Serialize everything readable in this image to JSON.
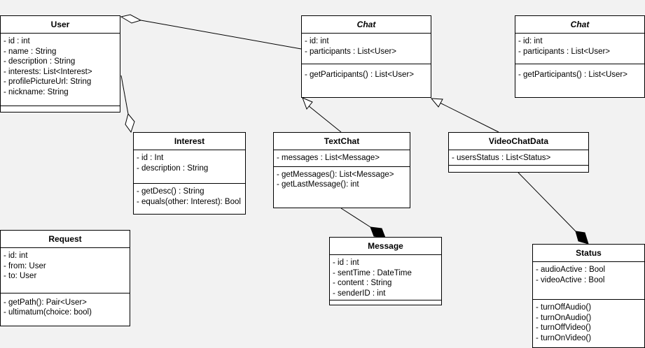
{
  "classes": {
    "user": {
      "name": "User",
      "attributes": [
        "- id : int",
        "- name : String",
        "- description : String",
        "- interests: List<Interest>",
        "- profilePictureUrl: String",
        "- nickname: String"
      ],
      "methods": []
    },
    "chat": {
      "name": "Chat",
      "attributes": [
        "- id: int",
        "- participants : List<User>"
      ],
      "methods": [
        " - getParticipants() : List<User>"
      ]
    },
    "chat2": {
      "name": "Chat",
      "attributes": [
        "- id: int",
        "- participants : List<User>"
      ],
      "methods": [
        " - getParticipants() : List<User>"
      ]
    },
    "interest": {
      "name": "Interest",
      "attributes": [
        "- id : Int",
        "- description : String"
      ],
      "methods": [
        "- getDesc() : String",
        "- equals(other: Interest): Bool"
      ]
    },
    "textchat": {
      "name": "TextChat",
      "attributes": [
        "- messages : List<Message>"
      ],
      "methods": [
        "- getMessages(): List<Message>",
        "- getLastMessage(): int"
      ]
    },
    "videochatdata": {
      "name": "VideoChatData",
      "attributes": [
        "- usersStatus : List<Status>"
      ],
      "methods": []
    },
    "request": {
      "name": "Request",
      "attributes": [
        "- id: int",
        "- from: User",
        "- to: User"
      ],
      "methods": [
        "- getPath(): Pair<User>",
        "- ultimatum(choice: bool)"
      ]
    },
    "message": {
      "name": "Message",
      "attributes": [
        "- id : int",
        "- sentTime : DateTime",
        "- content : String",
        "- senderID : int"
      ],
      "methods": []
    },
    "status": {
      "name": "Status",
      "attributes": [
        "- audioActive : Bool",
        "- videoActive : Bool"
      ],
      "methods": [
        "- turnOffAudio()",
        "- turnOnAudio()",
        "- turnOffVideo()",
        "- turnOnVideo()"
      ]
    }
  },
  "relationships": [
    {
      "type": "aggregation",
      "from": "chat",
      "to": "user"
    },
    {
      "type": "aggregation",
      "from": "interest",
      "to": "user"
    },
    {
      "type": "generalization",
      "from": "textchat",
      "to": "chat"
    },
    {
      "type": "generalization",
      "from": "videochatdata",
      "to": "chat"
    },
    {
      "type": "composition",
      "from": "textchat",
      "to": "message"
    },
    {
      "type": "composition",
      "from": "videochatdata",
      "to": "status"
    }
  ]
}
